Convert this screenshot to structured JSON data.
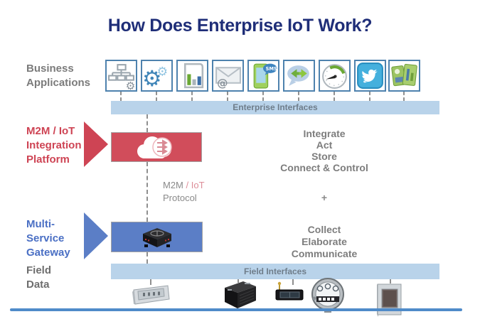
{
  "title": "How Does Enterprise IoT Work?",
  "left_labels": {
    "business_applications": "Business\nApplications",
    "integration_platform": "M2M / IoT\nIntegration\nPlatform",
    "multi_service_gateway": "Multi-\nService\nGateway",
    "field_data": "Field\nData"
  },
  "bands": {
    "enterprise_interfaces": "Enterprise Interfaces",
    "field_interfaces": "Field Interfaces"
  },
  "platform_functions": "Integrate\nAct\nStore\nConnect & Control",
  "plus_sign": "+",
  "protocol_label": {
    "m2m": "M2M ",
    "iot": "/ IoT",
    "protocol": "Protocol"
  },
  "gateway_functions": "Collect\nElaborate\nCommunicate",
  "sms_label": "SMS",
  "app_icons": [
    "workflow-gear-icon",
    "gears-icon",
    "report-chart-icon",
    "email-icon",
    "sms-phone-icon",
    "chat-arrows-icon",
    "gauge-icon",
    "twitter-icon",
    "dashboard-cards-icon"
  ],
  "field_icons": [
    "display-panel-icon",
    "plc-controller-icon",
    "wireless-module-icon",
    "utility-meter-icon",
    "panel-pc-icon"
  ],
  "colors": {
    "title_navy": "#1f2e78",
    "platform_red": "#d14d5b",
    "gateway_blue": "#5b7ec6",
    "band_light_blue": "#b9d3ea",
    "gray_text": "#7d7d7d",
    "bottom_line_blue": "#4f8bc9"
  }
}
